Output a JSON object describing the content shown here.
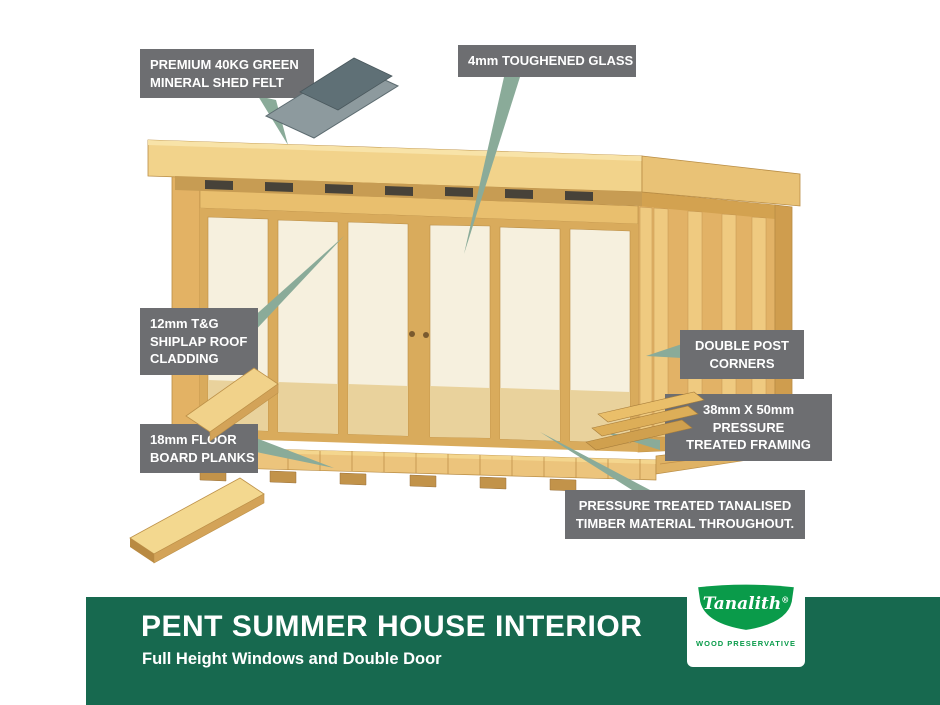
{
  "annotations": {
    "felt": {
      "lines": [
        "PREMIUM 40KG GREEN",
        "MINERAL SHED FELT"
      ]
    },
    "glass": {
      "lines": [
        "4mm TOUGHENED GLASS"
      ]
    },
    "cladding": {
      "lines": [
        "12mm T&G",
        "SHIPLAP ROOF",
        "CLADDING"
      ]
    },
    "floor": {
      "lines": [
        "18mm FLOOR",
        "BOARD PLANKS"
      ]
    },
    "corners": {
      "lines": [
        "DOUBLE POST",
        "CORNERS"
      ]
    },
    "framing": {
      "lines": [
        "38mm X 50mm",
        "PRESSURE",
        "TREATED FRAMING"
      ]
    },
    "tanalised": {
      "lines": [
        "PRESSURE TREATED TANALISED",
        "TIMBER MATERIAL THROUGHOUT."
      ]
    }
  },
  "banner": {
    "title": "PENT SUMMER HOUSE INTERIOR",
    "subtitle": "Full Height Windows and Double Door"
  },
  "logo": {
    "brand": "Tanalith",
    "registered": "®",
    "tagline": "WOOD PRESERVATIVE"
  },
  "colors": {
    "label_background": "#6d6e71",
    "label_text": "#ffffff",
    "arrow_green": "#8aab99",
    "banner_green": "#17694f",
    "logo_green": "#0a9b4a",
    "wood_light": "#f2d38b",
    "wood_mid": "#e2b266",
    "wood_dark": "#c79c53",
    "felt_grey": "#8d9a9e",
    "glass": "#f6f0de"
  }
}
